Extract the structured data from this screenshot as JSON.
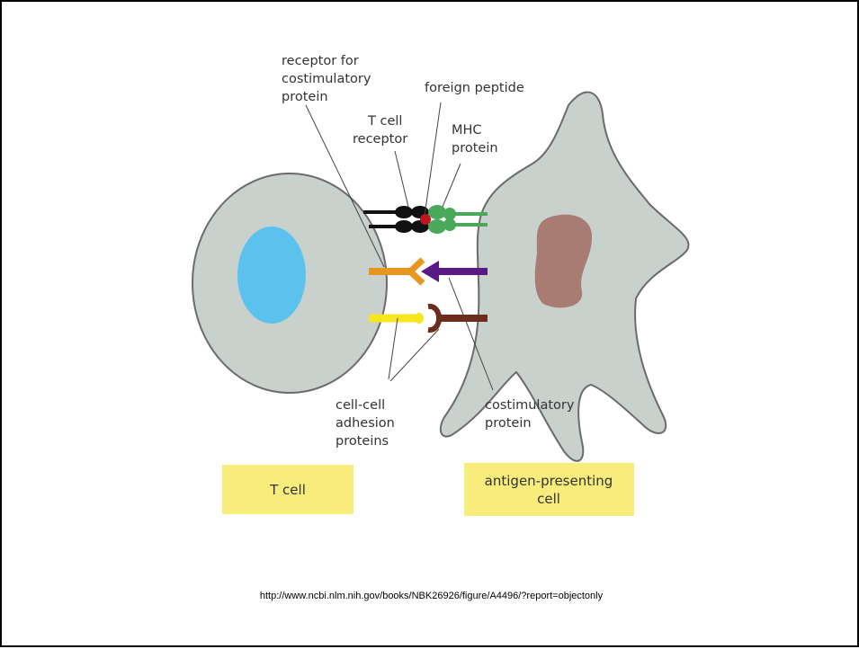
{
  "diagram": {
    "labels": {
      "receptor_line1": "receptor for",
      "receptor_line2": "costimulatory",
      "receptor_line3": "protein",
      "foreign_peptide": "foreign peptide",
      "tcr_line1": "T cell",
      "tcr_line2": "receptor",
      "mhc_line1": "MHC",
      "mhc_line2": "protein",
      "adhesion_line1": "cell-cell",
      "adhesion_line2": "adhesion",
      "adhesion_line3": "proteins",
      "costim_line1": "costimulatory",
      "costim_line2": "protein"
    },
    "boxes": {
      "t_cell": "T cell",
      "apc_line1": "antigen-presenting",
      "apc_line2": "cell"
    },
    "colors": {
      "cell_fill": "#c9d1cd",
      "cell_stroke": "#6b6b6b",
      "t_cell_nucleus": "#5bc2ee",
      "apc_nucleus": "#a87c72",
      "tcr": "#111111",
      "mhc": "#4aa85a",
      "peptide": "#c0141e",
      "costim_receptor": "#e8961f",
      "costim_protein": "#5a1a86",
      "adhesion_t": "#f6e51f",
      "adhesion_apc": "#6e2d1c",
      "box_fill": "#f8ec7c"
    }
  },
  "source_url": "http://www.ncbi.nlm.nih.gov/books/NBK26926/figure/A4496/?report=objectonly"
}
